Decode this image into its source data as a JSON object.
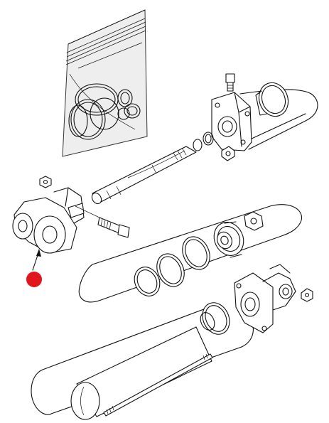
{
  "diagram": {
    "type": "exploded-parts-view",
    "components": [
      "seal-kit-bag",
      "o-ring-set",
      "hydraulic-cylinder-tube",
      "piston-rod",
      "rod-end-clevis",
      "clevis-bolt",
      "piston",
      "piston-seals",
      "cylinder-head",
      "base-end-cap",
      "tie-rod"
    ],
    "callouts": [
      {
        "name": "rod-end-clevis",
        "marker_color": "#e0161c"
      }
    ],
    "colors": {
      "line": "#111111",
      "background": "#ffffff",
      "bag_fill": "#eeeeee",
      "marker": "#e0161c"
    }
  }
}
